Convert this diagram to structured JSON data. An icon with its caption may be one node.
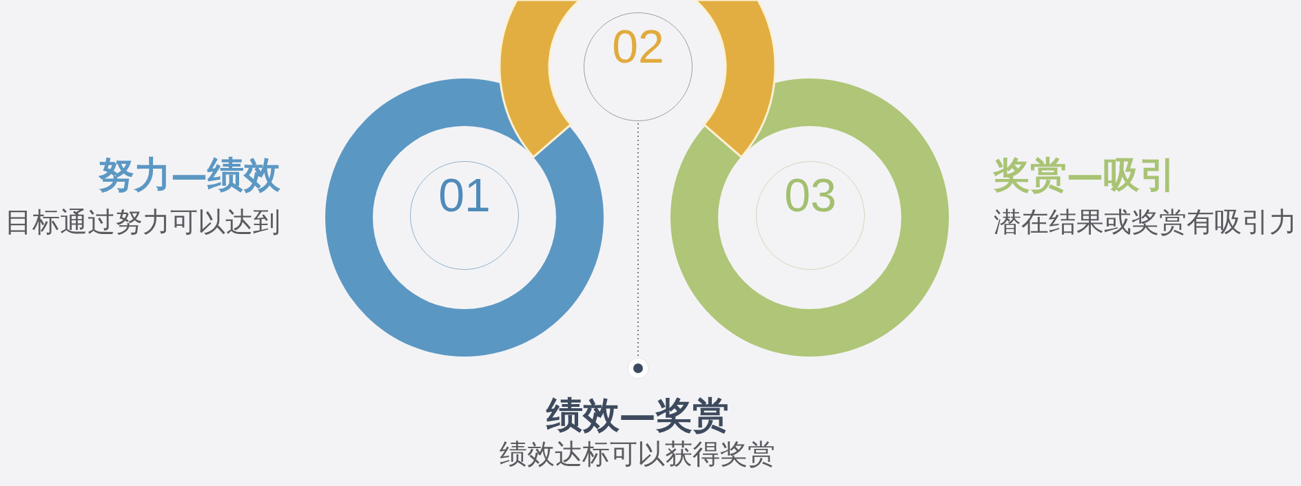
{
  "diagram": {
    "nodes": [
      {
        "text": [
          "01"
        ],
        "beside": [
          "努力—绩效",
          "目标通过努力可以达到"
        ]
      },
      {
        "text": [
          "02"
        ]
      },
      {
        "text": [
          "03"
        ],
        "beside": [
          "奖赏—吸引",
          "潜在结果或奖赏有吸引力"
        ]
      },
      {
        "text": [
          "绩效—奖赏",
          "绩效达标可以获得奖赏"
        ]
      }
    ],
    "edges": [
      {
        "from": 3,
        "to": 1,
        "arrow": "other",
        "style": "dashed"
      }
    ]
  }
}
